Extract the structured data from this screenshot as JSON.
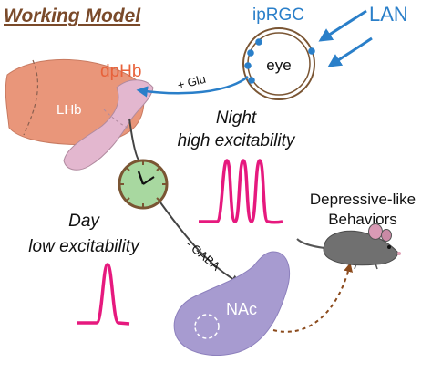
{
  "title": "Working Model",
  "labels": {
    "iprgc": "ipRGC",
    "lan": "LAN",
    "eye": "eye",
    "dphb": "dpHb",
    "glu": "+ Glu",
    "lhb": "LHb",
    "night_line1": "Night",
    "night_line2": "high excitability",
    "day_line1": "Day",
    "day_line2": "low excitability",
    "gaba": "- GABA",
    "nac": "NAc",
    "behavior_line1": "Depressive-like",
    "behavior_line2": "Behaviors"
  },
  "colors": {
    "title": "#7a4a2a",
    "ipRGC": "#2a7fc9",
    "lan": "#2a7fc9",
    "dphb": "#e8623a",
    "lhb_fill": "#e9967a",
    "dphb_fill": "#e3b7cf",
    "spike": "#e6197e",
    "clock_fill": "#a8d8a0",
    "clock_rim": "#7a5533",
    "nac_fill": "#a79bd0",
    "behavior_arrow": "#8b4a1c",
    "mouse_body": "#707070"
  },
  "night_spike_count": 3,
  "day_spike_count": 1
}
